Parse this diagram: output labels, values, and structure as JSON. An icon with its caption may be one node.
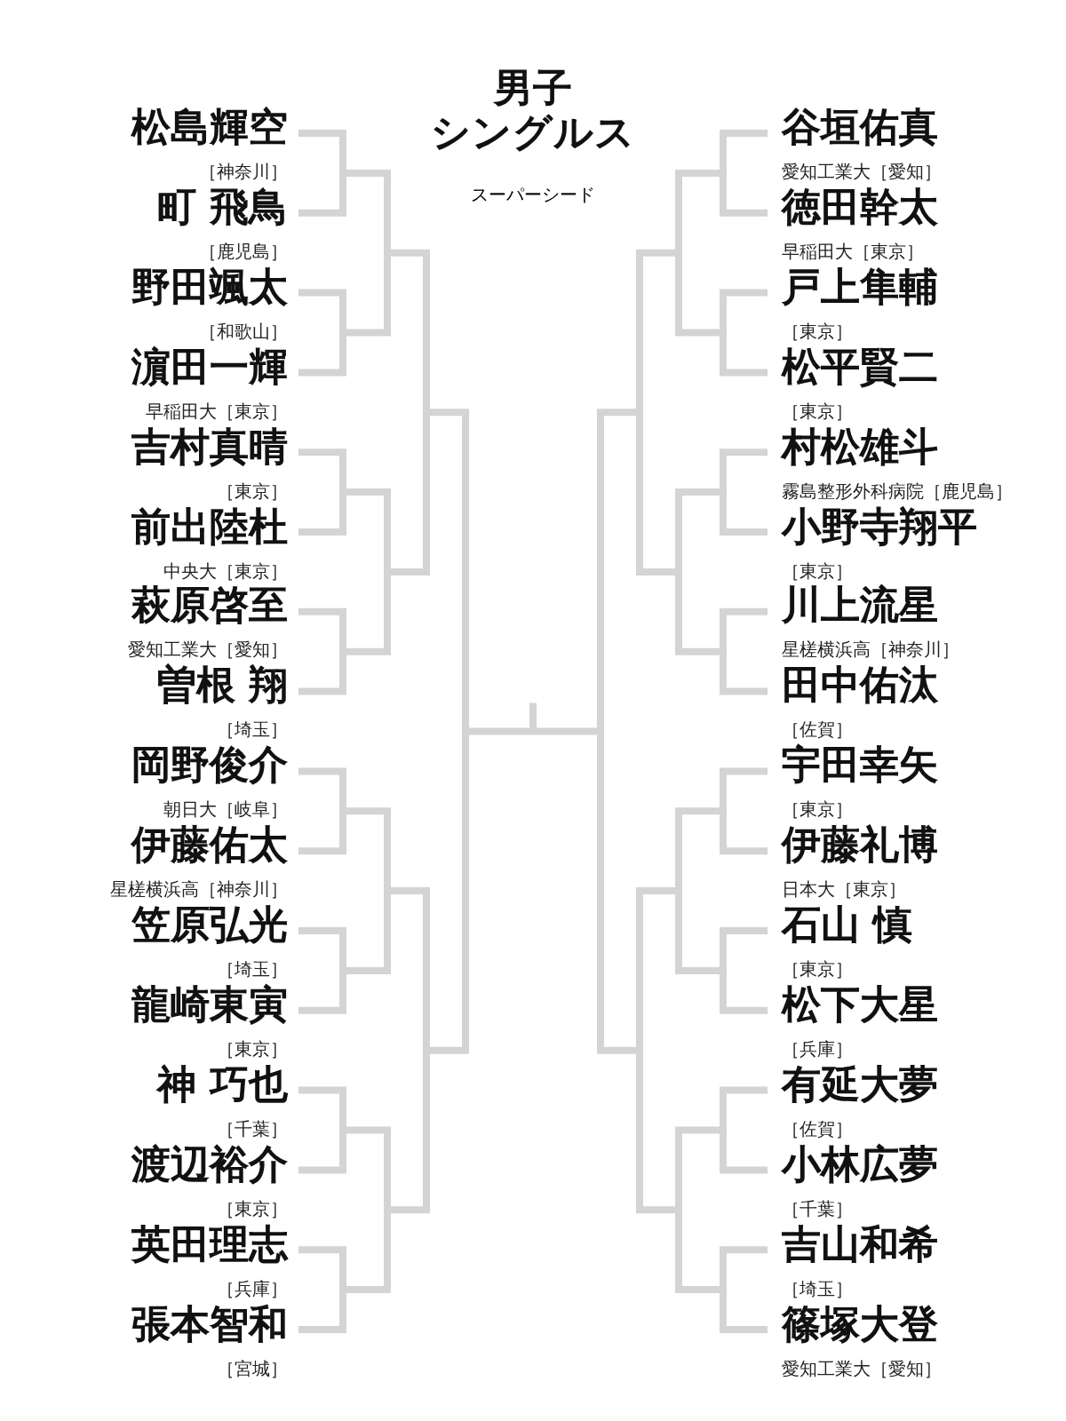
{
  "diagram": {
    "title": "男子シングルス",
    "nodes": [
      {
        "text": [
          "松島輝空",
          "［神奈川］"
        ]
      },
      {
        "text": [
          "町 飛鳥",
          "［鹿児島］"
        ]
      },
      {
        "text": [
          "野田颯太",
          "［和歌山］"
        ]
      },
      {
        "text": [
          "濵田一輝",
          "早稲田大［東京］"
        ]
      },
      {
        "text": [
          "吉村真晴",
          "［東京］"
        ]
      },
      {
        "text": [
          "前出陸杜",
          "中央大［東京］"
        ]
      },
      {
        "text": [
          "萩原啓至",
          "愛知工業大［愛知］"
        ]
      },
      {
        "text": [
          "曽根 翔",
          "［埼玉］"
        ]
      },
      {
        "text": [
          "岡野俊介",
          "朝日大［岐阜］"
        ]
      },
      {
        "text": [
          "伊藤佑太",
          "星槎横浜高［神奈川］"
        ]
      },
      {
        "text": [
          "笠原弘光",
          "［埼玉］"
        ]
      },
      {
        "text": [
          "龍崎東寅",
          "［東京］"
        ]
      },
      {
        "text": [
          "神 巧也",
          "［千葉］"
        ]
      },
      {
        "text": [
          "渡辺裕介",
          "［東京］"
        ]
      },
      {
        "text": [
          "英田理志",
          "［兵庫］"
        ]
      },
      {
        "text": [
          "張本智和",
          "［宮城］"
        ]
      },
      {
        "text": [
          "谷垣佑真",
          "愛知工業大［愛知］"
        ]
      },
      {
        "text": [
          "徳田幹太",
          "早稲田大［東京］"
        ]
      },
      {
        "text": [
          "戸上隼輔",
          "［東京］"
        ]
      },
      {
        "text": [
          "松平賢二",
          "［東京］"
        ]
      },
      {
        "text": [
          "村松雄斗",
          "霧島整形外科病院［鹿児島］"
        ]
      },
      {
        "text": [
          "小野寺翔平",
          "［東京］"
        ]
      },
      {
        "text": [
          "川上流星",
          "星槎横浜高［神奈川］"
        ]
      },
      {
        "text": [
          "田中佑汰",
          "［佐賀］"
        ]
      },
      {
        "text": [
          "宇田幸矢",
          "［東京］"
        ]
      },
      {
        "text": [
          "伊藤礼博",
          "日本大［東京］"
        ]
      },
      {
        "text": [
          "石山 慎",
          "［東京］"
        ]
      },
      {
        "text": [
          "松下大星",
          "［兵庫］"
        ]
      },
      {
        "text": [
          "有延大夢",
          "［佐賀］"
        ]
      },
      {
        "text": [
          "小林広夢",
          "［千葉］"
        ]
      },
      {
        "text": [
          "吉山和希",
          "［埼玉］"
        ]
      },
      {
        "text": [
          "篠塚大登",
          "愛知工業大［愛知］"
        ]
      }
    ],
    "labels": [
      "スーパーシード"
    ]
  }
}
